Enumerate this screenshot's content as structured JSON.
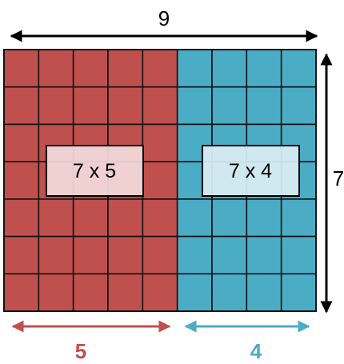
{
  "grid": {
    "rows": 7,
    "left_cols": 5,
    "right_cols": 4
  },
  "labels": {
    "total_width": "9",
    "height": "7",
    "left_width": "5",
    "right_width": "4",
    "left_box": "7 x 5",
    "right_box": "7 x 4"
  },
  "colors": {
    "left_fill": "#c0504d",
    "right_fill": "#4bacc6",
    "grid_line": "#111111",
    "left_box_fill": "#f2dcdb",
    "right_box_fill": "#dbeef4",
    "left_arrow": "#c0504d",
    "right_arrow": "#4bacc6",
    "black": "#000000"
  }
}
